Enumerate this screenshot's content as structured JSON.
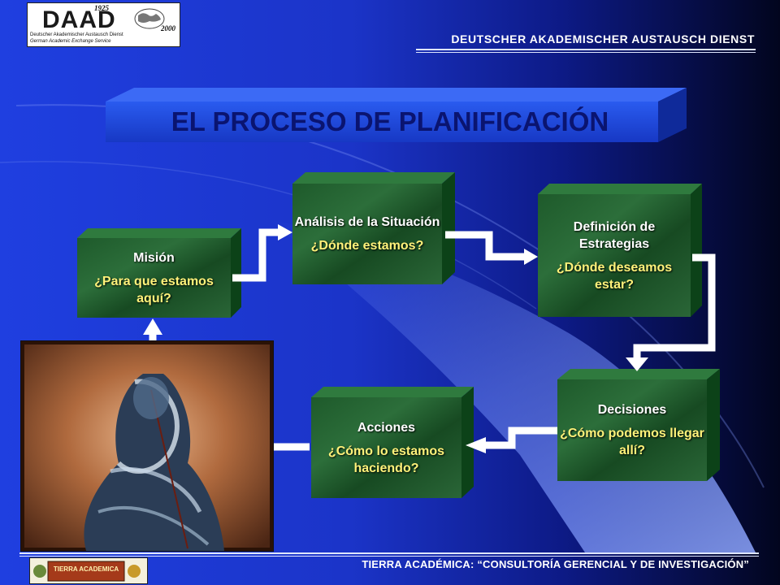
{
  "header": {
    "logo": {
      "name": "DAAD",
      "year_start": "1925",
      "year_end": "2000",
      "subtitle_de": "Deutscher Akademischer Austausch Dienst",
      "subtitle_en": "German Academic Exchange Service"
    },
    "organization": "DEUTSCHER AKADEMISCHER AUSTAUSCH DIENST"
  },
  "title": "EL PROCESO DE PLANIFICACIÓN",
  "stages": [
    {
      "id": "mision",
      "label": "Misión",
      "question": "¿Para que estamos aquí?"
    },
    {
      "id": "analisis",
      "label": "Análisis de la Situación",
      "question": "¿Dónde estamos?"
    },
    {
      "id": "estrategias",
      "label": "Definición de Estrategias",
      "question": "¿Dónde deseamos estar?"
    },
    {
      "id": "decisiones",
      "label": "Decisiones",
      "question": "¿Cómo podemos llegar allí?"
    },
    {
      "id": "acciones",
      "label": "Acciones",
      "question": "¿Cómo lo estamos haciendo?"
    }
  ],
  "footer": {
    "text": "TIERRA ACADÉMICA: “CONSULTORÍA GERENCIAL Y DE INVESTIGACIÓN”",
    "logo_label": "TIERRA ACADEMICA"
  },
  "colors": {
    "background": "#1f3fe0",
    "box_face": "#1f5a2a",
    "box_side": "#0b4a18",
    "title_face": "#1d4ed8",
    "title_text": "#0a1470",
    "question_text": "#fff27a"
  }
}
